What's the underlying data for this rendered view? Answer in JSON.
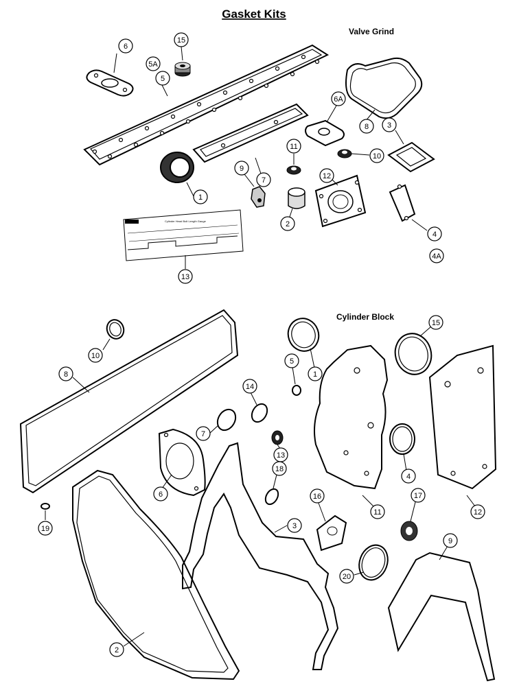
{
  "title": "Gasket Kits",
  "sections": {
    "valve_grind": "Valve Grind",
    "cylinder_block": "Cylinder Block"
  },
  "callouts": {
    "vg": [
      "6",
      "15",
      "5A",
      "5",
      "6A",
      "8",
      "3",
      "11",
      "10",
      "12",
      "9",
      "7",
      "1",
      "2",
      "4",
      "4A",
      "13"
    ],
    "cb": [
      "10",
      "8",
      "1",
      "5",
      "15",
      "14",
      "7",
      "13",
      "18",
      "6",
      "4",
      "11",
      "12",
      "16",
      "17",
      "9",
      "3",
      "20",
      "19",
      "2"
    ]
  },
  "chart_label": "Cylinder Head Bolt Length Gauge"
}
